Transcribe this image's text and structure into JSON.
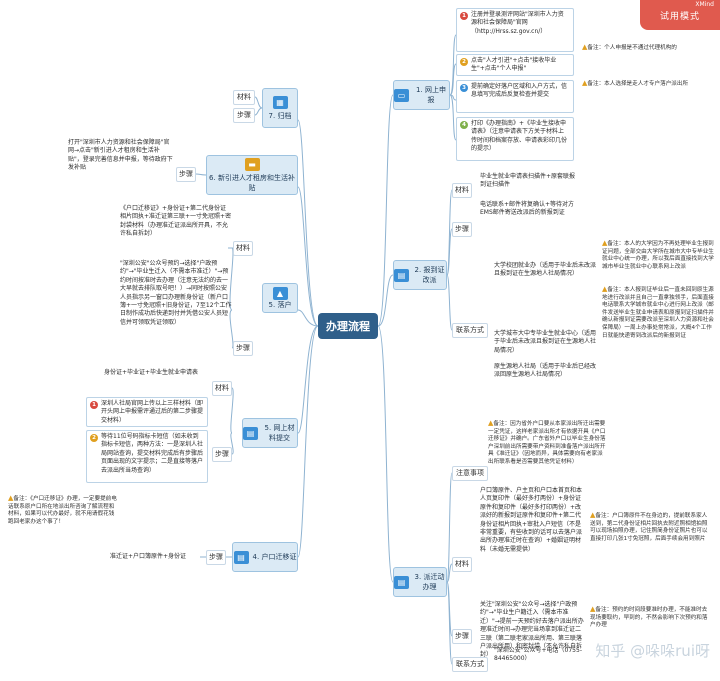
{
  "central": {
    "title": "办理流程"
  },
  "watermark": {
    "brand": "XMind",
    "mode": "试用模式"
  },
  "credit": "知乎 @哚哚rui呀",
  "common": {
    "materials": "材料",
    "steps": "步骤",
    "contact": "联系方式",
    "attention": "注意事项"
  },
  "b1": {
    "title": "1. 网上申报",
    "steps": [
      {
        "n": "1",
        "text": "注册并登录测评网站\"深圳市人力资源和社会保障局\"官网（http://Hrss.sz.gov.cn/）"
      },
      {
        "n": "2",
        "text": "点击\"人才引进\"+点击\"接收毕业生\"+点击\"个人申报\""
      },
      {
        "n": "3",
        "text": "提前确定好落户区域和入户方式，信息填写完成后反复检查并提交"
      },
      {
        "n": "4",
        "text": "打印《办理指南》+《毕业生接收申请表》（注意申请表下方关于材料上传时间和档案存放、申请表彩印几份的提示）"
      }
    ],
    "notes": [
      "备注：个人申报是不通过代理机构的",
      "备注：本人选择是走人才专户落户派出所"
    ]
  },
  "b2": {
    "title": "2. 报到证改派",
    "materials": "毕业生就业申请表扫描件+原套联报到证扫描件",
    "steps": "电话联系+邮件将复确认+等待对方EMS邮件寄送改派后的新报到证",
    "contacts": [
      "大学校团就业办（适用于毕业后未改派且报到证在生源地人社局情况）",
      "大学城市大中专毕业生就业中心（适用于毕业后未改派且报到证在生源地人社局情况）",
      "原生源地人社局（适用于毕业后已经改派回原生源地人社局情况）"
    ],
    "notes": [
      "备注：本人的大学因为不再处理毕业生报到证问题，全部交由大学所在城市大中专毕业生就业中心统一办理，所以我后面直接找到大学城市毕业生就业中心联系网上改派",
      "备注：本人报到证毕业后一直未回到原生源地进行改派并且自己一直拿独领手，后面直接电话联系大学城市就业中心进行网上改派（邮件发送毕业生就业申请表和原报到证扫描件并确认新报到证需要改派至深圳人力资源和社会保障局）一周上办事处常常派，大概4个工作日就能快递寄到改派后的新报到证"
    ]
  },
  "b3": {
    "title": "3. 派迁动办理",
    "attention": "备注：因为省外户口要从本家派出所迁出需要一定凭证，这样老家派出所才有依据开具《户口迁移证》并确户。广东省外户口以毕业生身份落户深圳前出所需要带户资料到准备落户派出所开具《准迁证》（因地而异，具体需要向有老家派出所联系看是否需要其他凭证材料）",
    "materials": "户口簿原件、户主页和户口本首页和本人页复印件（最好多打两份）+身份证原件和复印件（最好多打印两份）+改派好的新报到证原件和复印件+第二代身份证相片回执+审批入户短信（不是非常重要，有些收到的话可以去落户派出所办理准迁时在查询）+婚姻证明材料（未婚无需提供）",
    "materials_note": "备注：户口簿原件不在身边的，提前联系家人送到，第二代身份证相片回执去附近照相馆拍照可以现场拍照办理，记住照简身份证照片也可以直接打印几张1寸免冠照，后面手续会用到照片",
    "steps": "关注\"深圳公安\"公众号→选择\"户政预约\"→\"毕业生户籍迁入（需本市准迁）\"→提前一天预约好去落户派出所办理准迁时间→办理完当场拿到准迁证二三联（第二联老家派出所用、第三联落户派出所用）和密封袋（不允许私自拆封）",
    "steps_note": "备注：预约的时间段要准时办理，不能准时去现场要取约，早到的，不然会影响下次预约和落户办理",
    "contact": "\"深圳公安\"公众号+电话（0755-84465000）"
  },
  "b4": {
    "title": "4. 户口迁移证",
    "steps": "准迁证+户口簿原件+身份证",
    "note": "备注：《户口迁移证》办理，一定要提前电话联系原户口所在地派出所咨询了解流程和材料，如果可以代办最好，就不用请假花钱跑回老家办这个事了！"
  },
  "b5": {
    "title": "5. 网上材料提交",
    "materials": "身份证+毕业证+毕业生就业申请表",
    "steps": [
      {
        "n": "1",
        "text": "深圳人社局官网上传以上三样材料（即开头网上申报需评通过后的第二步骤提交材料）"
      },
      {
        "n": "2",
        "text": "等待11位号码指标卡短信（如未收到指标卡短信，两种方法：一是深圳人社局网站查询，提交材料完成后有步骤后页面出现的文字提示；二是直接等落户去派出所当场查询）"
      }
    ]
  },
  "b6": {
    "title": "5. 落户",
    "materials": "《户口迁移证》+身份证+第二代身份证相片回执+准迁证第三联+一寸免冠照+密封袋材料（办理准迁证派出所开具，不允许私自拆封）",
    "steps": "\"深圳公安\"公众号预约→选择\"户政预约\"→\"毕业生迁入（不需本市准迁）\"→预约时间按准时去办理（注意无法约的去一大早就去排队取号吧！）→同时按照公安人员指示另一窗口办理新身份证（新户口簿+一寸免冠照+旧身份证，7至12个工作日制作成功后快递到付并凭借公安人员短信并可领取凭证领取）"
  },
  "b7": {
    "title": "6. 新引进人才租房和生活补贴",
    "steps": "打开\"深圳市人力资源和社会保障局\"官网→点击\"新引进人才租房和生活补贴\"，登录完善信息并申报，等待政府下发补贴"
  },
  "b8": {
    "title": "7. 归档"
  }
}
